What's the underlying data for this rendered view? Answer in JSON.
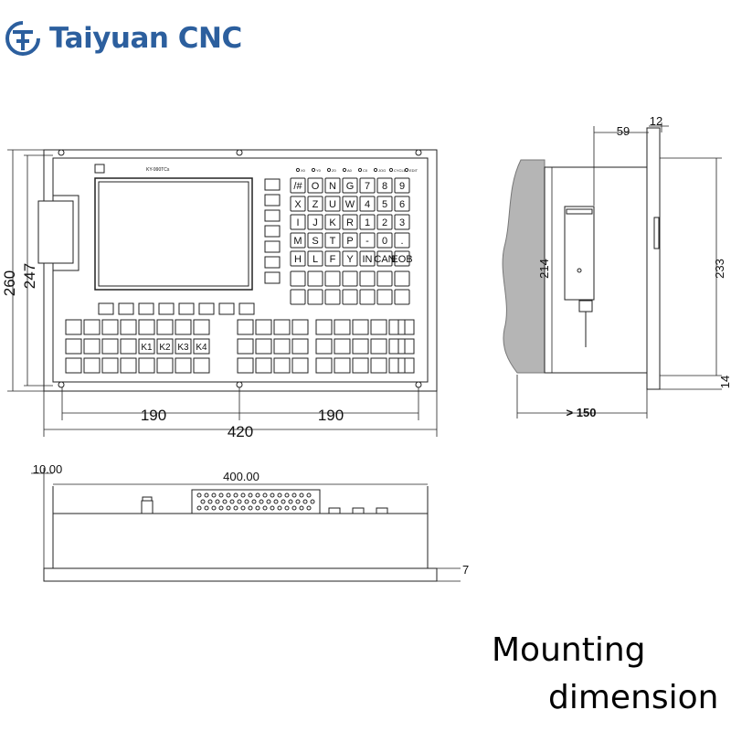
{
  "brand": {
    "name": "Taiyuan CNC",
    "logo_icon": "tc-logo-icon",
    "color": "#2c5f9e"
  },
  "caption": {
    "line1": "Mounting",
    "line2": "dimension"
  },
  "front_view": {
    "dims": {
      "height_outer": "260",
      "height_inner": "247",
      "half_left": "190",
      "half_right": "190",
      "total_width": "420"
    },
    "panel_labels": {
      "model": "KY-990TCs",
      "indicators": [
        "X0",
        "Y0",
        "Z0",
        "A0",
        "C0",
        "JOG",
        "CYCLE",
        "EDIT"
      ]
    },
    "keypad_rows": [
      [
        "/#",
        "O",
        "N",
        "G",
        "7",
        "8",
        "9"
      ],
      [
        "X",
        "Z",
        "U",
        "W",
        "4",
        "5",
        "6"
      ],
      [
        "I",
        "J",
        "K",
        "R",
        "1",
        "2",
        "3"
      ],
      [
        "M",
        "S",
        "T",
        "P",
        "-",
        "0",
        "."
      ],
      [
        "H",
        "L",
        "F",
        "Y",
        "IN",
        "CAN",
        "EOB"
      ]
    ],
    "k_keys": [
      "K1",
      "K2",
      "K3",
      "K4"
    ]
  },
  "side_view": {
    "dims": {
      "depth_top": "59",
      "flange": "12",
      "inner_height": "214",
      "outer_height": "233",
      "bottom": "14",
      "min_depth": "> 150"
    }
  },
  "top_view": {
    "dims": {
      "offset": "10.00",
      "width": "400.00",
      "thickness": "7"
    }
  }
}
